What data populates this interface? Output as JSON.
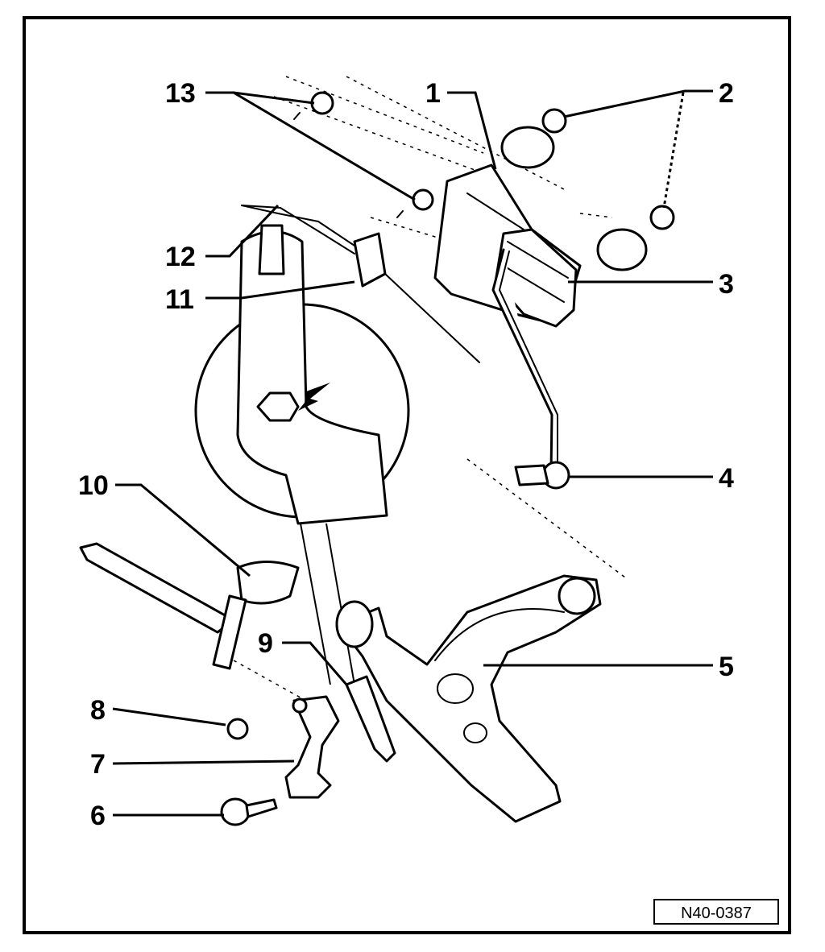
{
  "diagram": {
    "reference_code": "N40-0387",
    "callouts": [
      "1",
      "2",
      "3",
      "4",
      "5",
      "6",
      "7",
      "8",
      "9",
      "10",
      "11",
      "12",
      "13"
    ]
  }
}
